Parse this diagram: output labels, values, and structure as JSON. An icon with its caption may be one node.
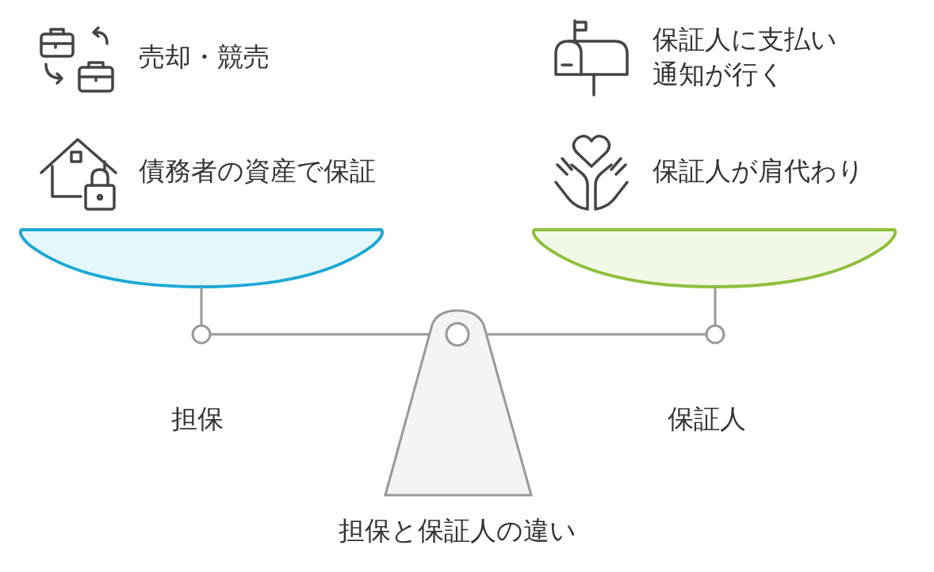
{
  "diagram": {
    "caption": "担保と保証人の違い",
    "labels": [
      "売却・競売",
      "保証人に支払い通知が行く",
      "債務者の資産で保証",
      "保証人が肩代わり",
      "担保",
      "保証人"
    ]
  }
}
